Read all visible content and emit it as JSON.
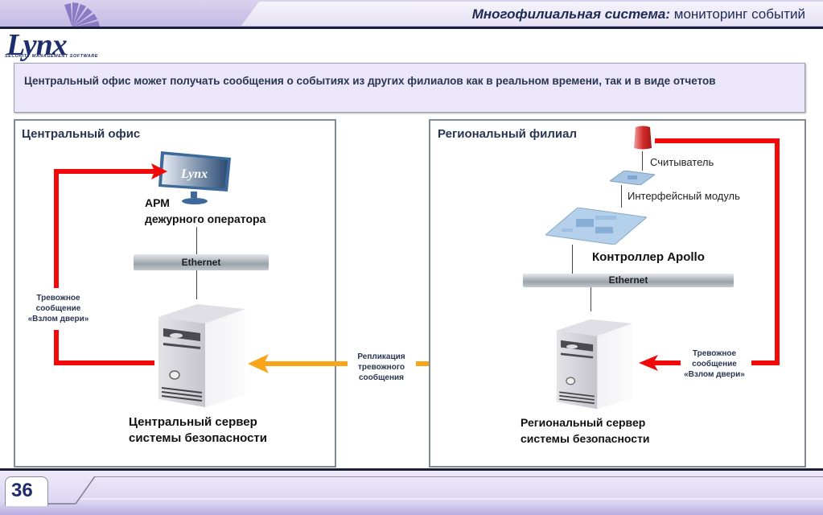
{
  "header": {
    "title_bold": "Многофилиальная система:",
    "title_rest": " мониторинг событий",
    "logo": {
      "name": "Lynx",
      "tagline": "SECURITY MANAGEMENT SOFTWARE"
    }
  },
  "intro": {
    "text": "Центральный офис может получать сообщения о событиях из других филиалов как в реальном времени, так и в виде отчетов"
  },
  "central_office": {
    "title": "Центральный офис",
    "workstation": {
      "line1": "АРМ",
      "line2": "дежурного оператора",
      "icon": "monitor-icon"
    },
    "network": "Ethernet",
    "alarm_label": [
      "Тревожное",
      "сообщение",
      "«Взлом двери»"
    ],
    "server": {
      "line1": "Центральный сервер",
      "line2": "системы безопасности",
      "icon": "server-icon"
    }
  },
  "replication": {
    "label": [
      "Репликация",
      "тревожного",
      "сообщения"
    ]
  },
  "regional_branch": {
    "title": "Региональный филиал",
    "reader": "Считыватель",
    "interface_module": "Интерфейсный модуль",
    "controller": "Контроллер Apollo",
    "network": "Ethernet",
    "alarm_label": [
      "Тревожное",
      "сообщение",
      "«Взлом двери»"
    ],
    "server": {
      "line1": "Региональный сервер",
      "line2": "системы безопасности",
      "icon": "server-icon"
    }
  },
  "colors": {
    "alarm": "#f00a0a",
    "replication": "#f9a51a",
    "text_primary": "#2a3552"
  },
  "footer": {
    "page_number": "36"
  }
}
